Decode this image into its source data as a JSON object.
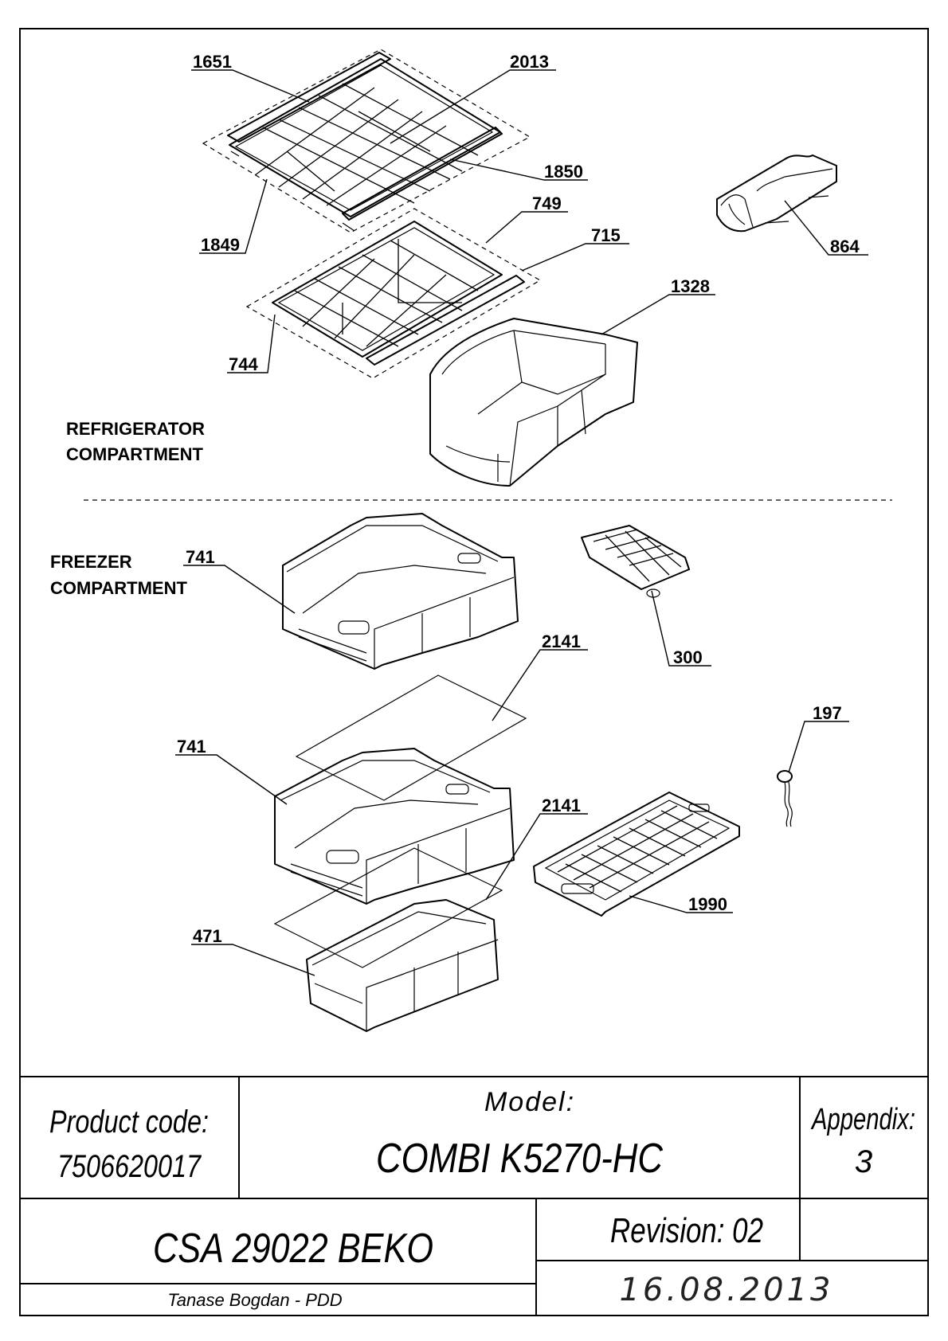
{
  "sections": {
    "refrigerator": [
      "REFRIGERATOR",
      "COMPARTMENT"
    ],
    "freezer": [
      "FREEZER",
      "COMPARTMENT"
    ]
  },
  "callouts": {
    "c1651": "1651",
    "c2013": "2013",
    "c1850": "1850",
    "c1849": "1849",
    "c749": "749",
    "c715": "715",
    "c744": "744",
    "c864": "864",
    "c1328": "1328",
    "c741a": "741",
    "c741b": "741",
    "c2141a": "2141",
    "c2141b": "2141",
    "c300": "300",
    "c197": "197",
    "c1990": "1990",
    "c471": "471"
  },
  "title_block": {
    "product_code_label": "Product code:",
    "product_code": "7506620017",
    "model_label": "Model:",
    "model": "COMBI K5270-HC",
    "appendix_label": "Appendix:",
    "appendix": "3",
    "document": "CSA 29022 BEKO",
    "revision": "Revision: 02",
    "author": "Tanase Bogdan - PDD",
    "date": "16.08.2013"
  }
}
